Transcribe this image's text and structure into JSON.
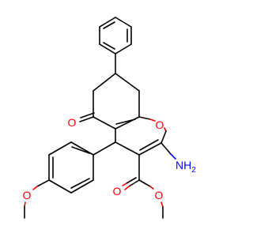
{
  "molecule": {
    "atom_labels": {
      "carbonyl_oxygen": "O",
      "ring_oxygen": "O",
      "ester_carbonyl_oxygen": "O",
      "ester_oxygen": "O",
      "methoxy_oxygen": "O",
      "amine": "NH",
      "amine_subscript": "2"
    },
    "colors": {
      "bond": "#000000",
      "oxygen": "#ff0000",
      "nitrogen": "#0000ff"
    }
  }
}
